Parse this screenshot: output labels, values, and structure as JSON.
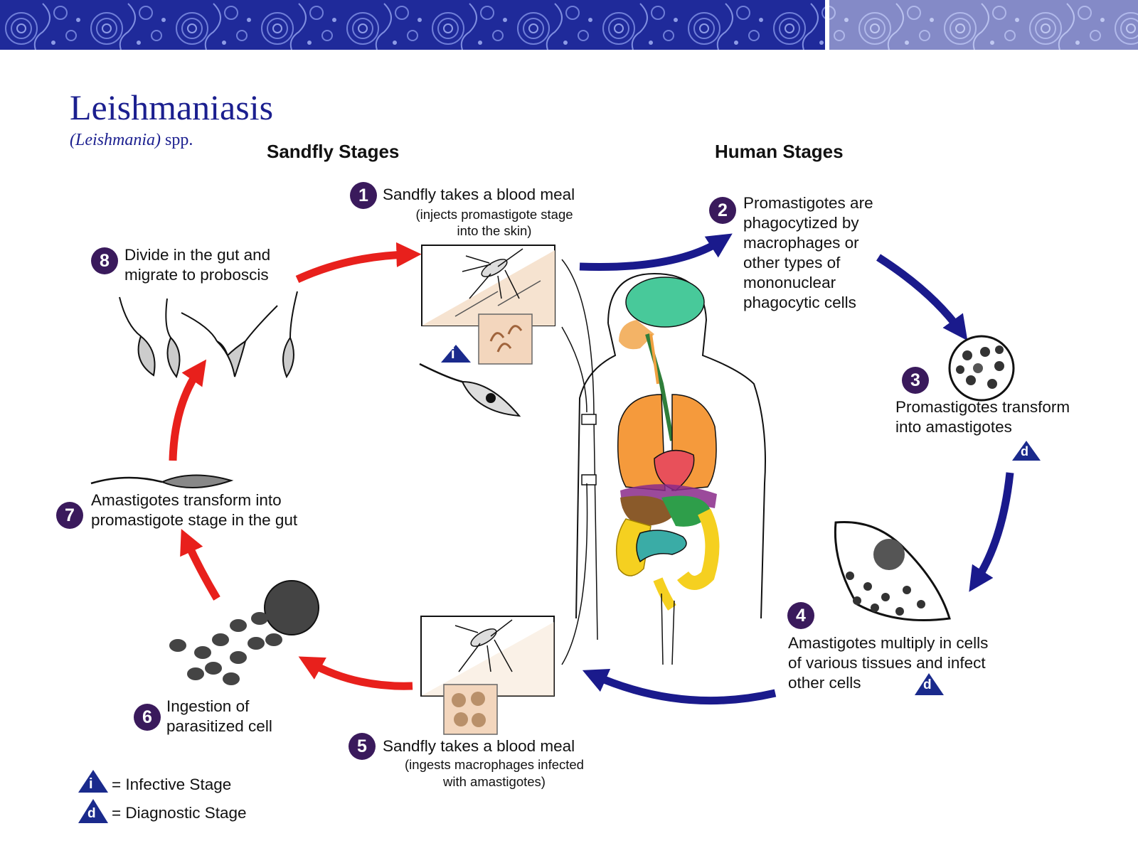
{
  "title": "Leishmaniasis",
  "subtitle_genus": "(Leishmania)",
  "subtitle_suffix": " spp.",
  "sections": {
    "sandfly": "Sandfly Stages",
    "human": "Human Stages"
  },
  "stages": [
    {
      "num": "1",
      "line1": "Sandfly takes a blood meal",
      "note1": "(injects promastigote stage",
      "note2": "into the skin)"
    },
    {
      "num": "2",
      "lines": [
        "Promastigotes are",
        "phagocytized by",
        "macrophages or",
        "other types of",
        "mononuclear",
        "phagocytic cells"
      ]
    },
    {
      "num": "3",
      "lines": [
        "Promastigotes transform",
        "into amastigotes"
      ]
    },
    {
      "num": "4",
      "lines": [
        "Amastigotes multiply in cells",
        "of various tissues and infect",
        "other cells"
      ]
    },
    {
      "num": "5",
      "line1": "Sandfly takes a blood meal",
      "note1": "(ingests macrophages infected",
      "note2": "with amastigotes)"
    },
    {
      "num": "6",
      "lines": [
        "Ingestion of",
        "parasitized cell"
      ]
    },
    {
      "num": "7",
      "lines": [
        "Amastigotes transform into",
        "promastigote stage in the gut"
      ]
    },
    {
      "num": "8",
      "lines": [
        "Divide in the gut and",
        "migrate to proboscis"
      ]
    }
  ],
  "markers": {
    "infective": "i",
    "diagnostic": "d"
  },
  "legend": {
    "infective": "= Infective Stage",
    "diagnostic": "= Diagnostic Stage"
  },
  "colors": {
    "human_arrow": "#1a1a8c",
    "sandfly_arrow": "#e8201c",
    "badge": "#3a1a5c",
    "title": "#1b1f8f",
    "banner": "#1f2a9a"
  }
}
